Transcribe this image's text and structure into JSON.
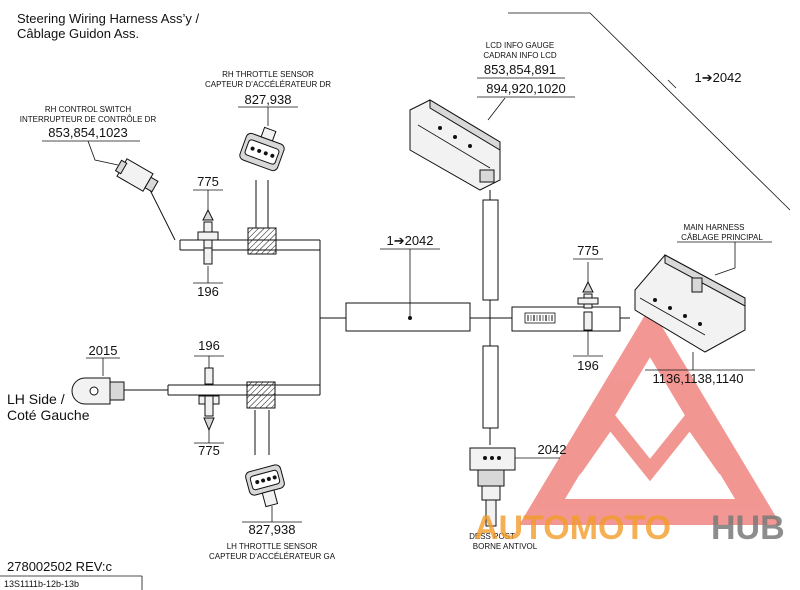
{
  "title": {
    "line1": "Steering Wiring Harness Ass’y /",
    "line2": "Câblage Guidon Ass."
  },
  "lcd_info_gauge": {
    "label_en": "LCD INFO GAUGE",
    "label_fr": "CADRAN INFO LCD",
    "part1": "853,854,891",
    "part2": "894,920,1020"
  },
  "rh_throttle_sensor": {
    "label_en": "RH THROTTLE SENSOR",
    "label_fr": "CAPTEUR D’ACCÉLÉRATEUR DR",
    "part": "827,938"
  },
  "rh_control_switch": {
    "label_en": "RH CONTROL SWITCH",
    "label_fr": "INTERRUPTEUR DE CONTRÔLE DR",
    "part": "853,854,1023"
  },
  "main_harness": {
    "label_en": "MAIN HARNESS",
    "label_fr": "CÂBLAGE PRINCIPAL",
    "part": "1136,1138,1140"
  },
  "lh_throttle_sensor": {
    "label_en": "LH THROTTLE SENSOR",
    "label_fr": "CAPTEUR D’ACCÉLÉRATEUR GA",
    "part": "827,938"
  },
  "dess_post": {
    "label_en": "DESS POST",
    "label_fr": "BORNE ANTIVOL",
    "part": "2042"
  },
  "lh_side": {
    "line1": "LH Side /",
    "line2": "Coté Gauche",
    "part": "2015"
  },
  "callouts": {
    "top_right": "1➔2042",
    "center": "1➔2042",
    "tie_rh_top": "775",
    "tie_rh_bottom": "196",
    "tie_lh_top": "196",
    "tie_lh_bottom": "775",
    "tie_main_top": "775",
    "tie_main_bottom": "196"
  },
  "footer": {
    "doc": "278002502 REV:c",
    "code": "13S1111b-12b-13b"
  },
  "watermark": {
    "part1": "AUTOMOTO",
    "part2": "HUB",
    "color_red": "#e8413a",
    "color_orange": "#f39c2a",
    "color_gray": "#7a7a7a"
  }
}
